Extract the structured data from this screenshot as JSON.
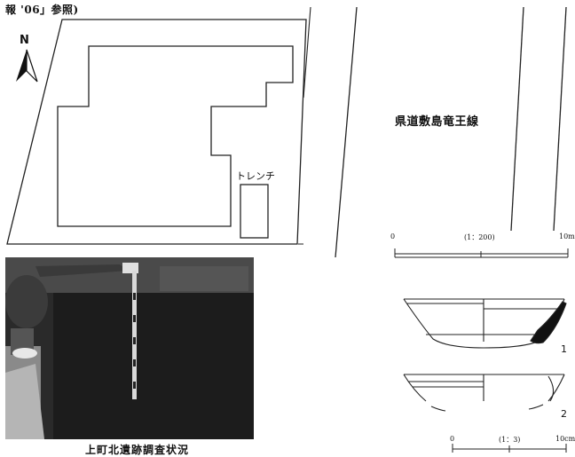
{
  "header": {
    "text": "報 '06」参照)"
  },
  "map": {
    "north_label": "N",
    "road_label": "県道敷島竜王線",
    "trench_label": "トレンチ",
    "scale": {
      "start": "0",
      "ratio": "(1：200)",
      "end": "10m"
    }
  },
  "pottery": {
    "numbers": [
      "1",
      "2"
    ],
    "scale": {
      "start": "0",
      "ratio": "(1：3)",
      "end": "10cm"
    }
  },
  "photo": {
    "caption": "上町北遺跡調査状況"
  }
}
